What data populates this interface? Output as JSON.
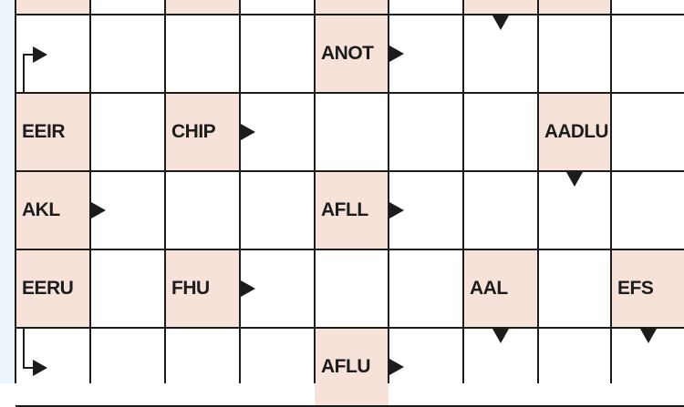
{
  "puzzle": {
    "grid": [
      {
        "row": 0,
        "cells": [
          {
            "col": 0,
            "clue": ""
          },
          {
            "col": 2,
            "clue": ""
          },
          {
            "col": 4,
            "clue": ""
          },
          {
            "col": 6,
            "clue": ""
          },
          {
            "col": 7,
            "clue": ""
          }
        ]
      },
      {
        "row": 1,
        "cells": [
          {
            "col": 4,
            "clue": "ANOT",
            "arrow": "right"
          }
        ]
      },
      {
        "row": 2,
        "cells": [
          {
            "col": 0,
            "clue": "EEIR"
          },
          {
            "col": 2,
            "clue": "CHIP",
            "arrow": "right"
          },
          {
            "col": 7,
            "clue": "AADLU",
            "arrow": "down"
          }
        ]
      },
      {
        "row": 3,
        "cells": [
          {
            "col": 0,
            "clue": "AKL",
            "arrow": "right"
          },
          {
            "col": 4,
            "clue": "AFLL",
            "arrow": "right"
          }
        ]
      },
      {
        "row": 4,
        "cells": [
          {
            "col": 0,
            "clue": "EERU"
          },
          {
            "col": 2,
            "clue": "FHU",
            "arrow": "right"
          },
          {
            "col": 6,
            "clue": "AAL",
            "arrow": "down"
          },
          {
            "col": 8,
            "clue": "EFS",
            "arrow": "down"
          }
        ]
      },
      {
        "row": 5,
        "cells": [
          {
            "col": 4,
            "clue": "AFLU",
            "arrow": "right"
          }
        ]
      }
    ],
    "standalone_arrows": [
      {
        "row": 0,
        "col": 6,
        "arrow": "down"
      },
      {
        "row": 1,
        "col": 0,
        "arrow": "bent-right"
      },
      {
        "row": 5,
        "col": 0,
        "arrow": "bent-right"
      }
    ],
    "colors": {
      "clue_fill": "#f6e2d8",
      "line": "#1c1c1c",
      "margin": "#ecf4fb"
    }
  }
}
